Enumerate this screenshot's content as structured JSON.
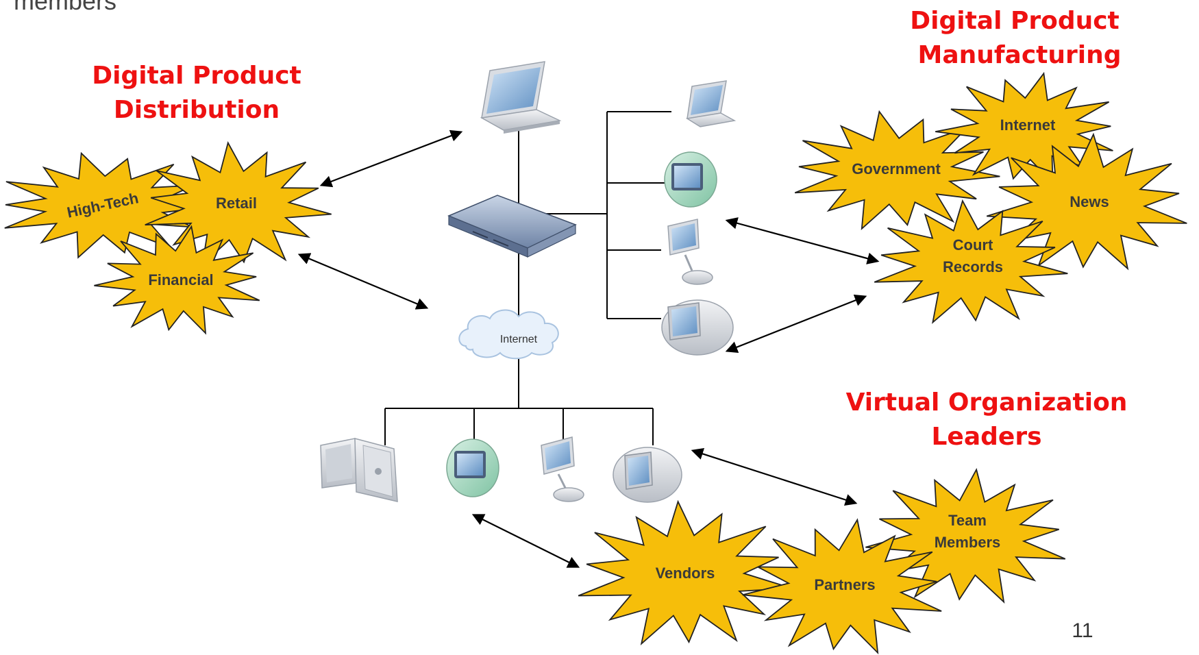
{
  "slide": {
    "cut_top_text": "members",
    "page_number": "11"
  },
  "groups": {
    "distribution": {
      "heading": [
        "Digital Product",
        "Distribution"
      ],
      "bursts": {
        "hightech": "High-Tech",
        "retail": "Retail",
        "financial": "Financial"
      }
    },
    "manufacturing": {
      "heading": [
        "Digital Product",
        "Manufacturing"
      ],
      "bursts": {
        "internet": "Internet",
        "government": "Government",
        "news": "News",
        "court": [
          "Court",
          "Records"
        ]
      }
    },
    "leaders": {
      "heading": [
        "Virtual Organization",
        "Leaders"
      ],
      "bursts": {
        "team": [
          "Team",
          "Members"
        ],
        "vendors": "Vendors",
        "partners": "Partners"
      }
    }
  },
  "network": {
    "cloud_label": "Internet"
  },
  "colors": {
    "heading": "#ee1111",
    "burst_fill": "#f6be0a"
  }
}
